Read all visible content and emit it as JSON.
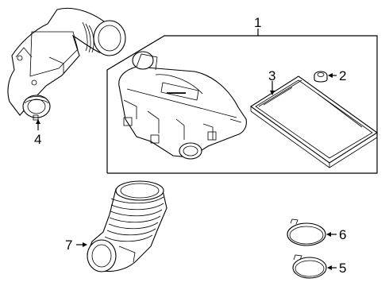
{
  "callouts": [
    {
      "id": "1",
      "text": "1"
    },
    {
      "id": "2",
      "text": "2"
    },
    {
      "id": "3",
      "text": "3"
    },
    {
      "id": "4",
      "text": "4"
    },
    {
      "id": "5",
      "text": "5"
    },
    {
      "id": "6",
      "text": "6"
    },
    {
      "id": "7",
      "text": "7"
    }
  ],
  "parts": [
    "air-cleaner-assembly",
    "air-cleaner-housing",
    "insert",
    "air-filter-element",
    "outlet-duct",
    "upper-clamp",
    "lower-clamp",
    "inlet-duct"
  ]
}
